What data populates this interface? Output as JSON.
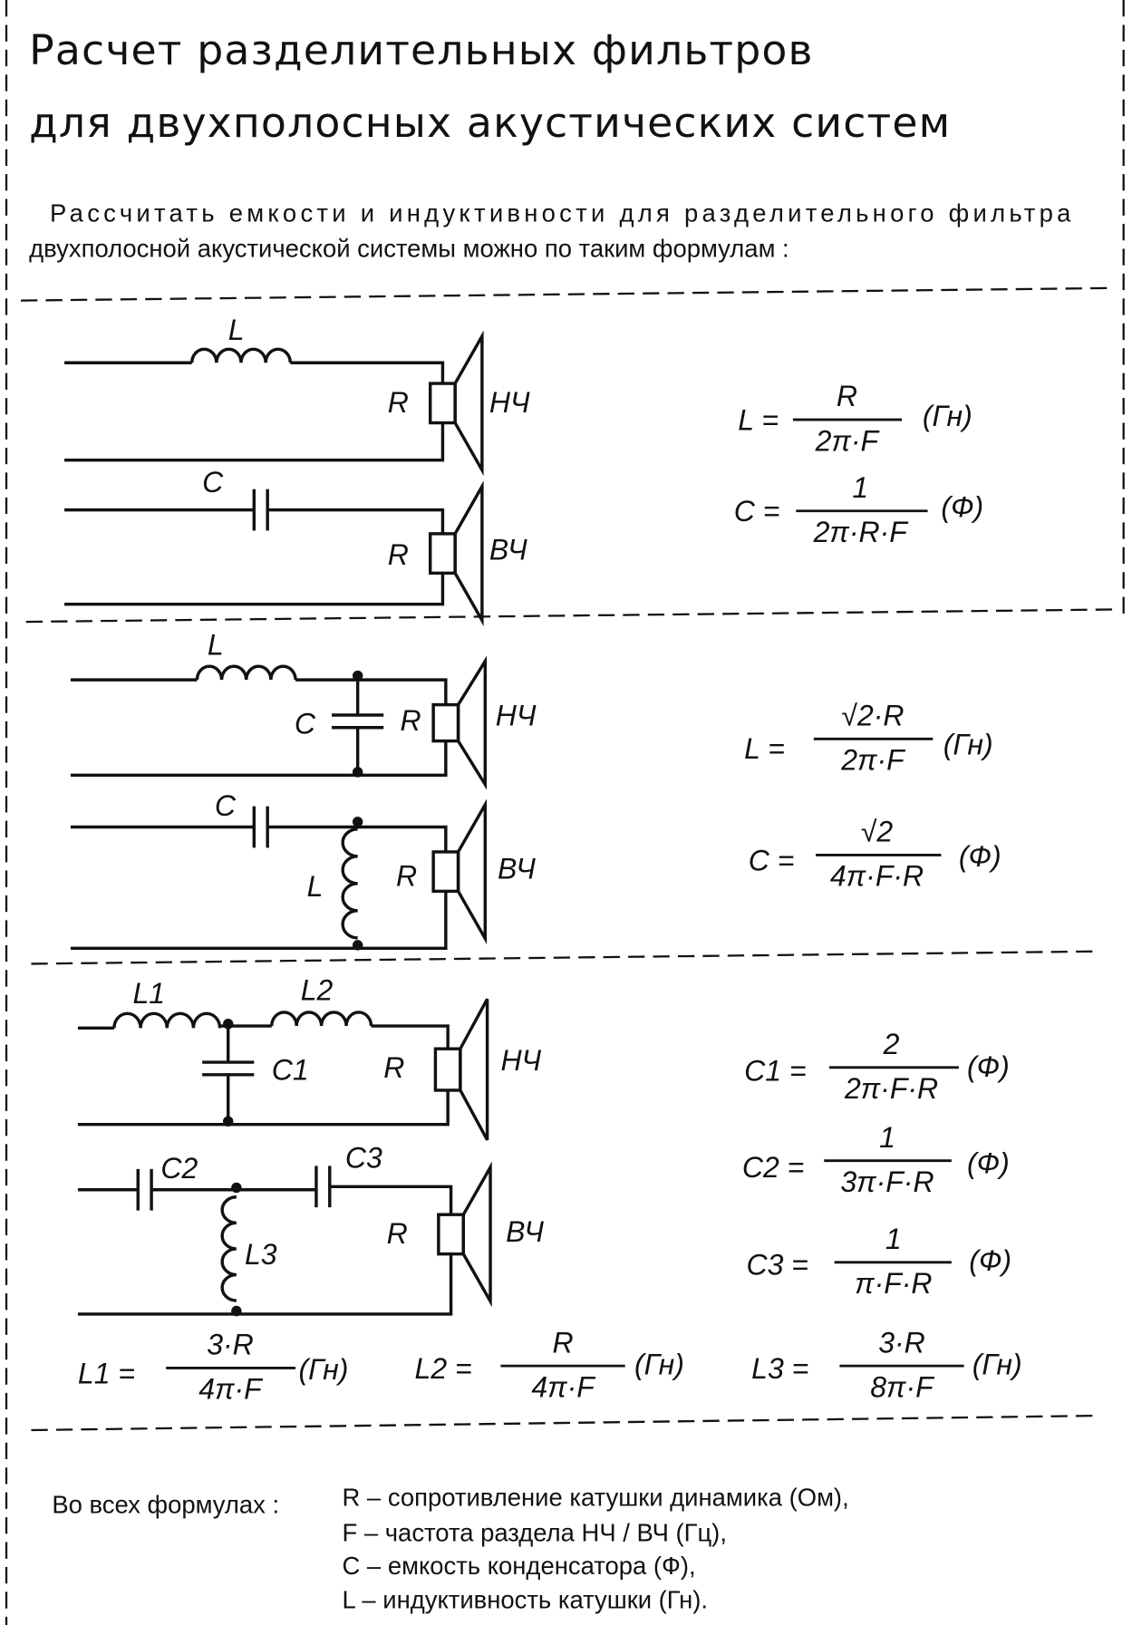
{
  "title": {
    "line1": "Расчет разделительных фильтров",
    "line2": "для двухполосных акустических систем"
  },
  "intro": {
    "line1": "Рассчитать  емкости  и  индуктивности  для   разделительного  фильтра",
    "line2": "двухполосной акустической системы можно по таким формулам :"
  },
  "section1": {
    "labels": {
      "L": "L",
      "C": "C",
      "R_low": "R",
      "R_high": "R",
      "low": "НЧ",
      "high": "ВЧ"
    },
    "formulas": [
      {
        "lhs": "L =",
        "num": "R",
        "den": "2π·F",
        "unit": "(Гн)"
      },
      {
        "lhs": "C =",
        "num": "1",
        "den": "2π·R·F",
        "unit": "(Ф)"
      }
    ]
  },
  "section2": {
    "labels": {
      "L_top": "L",
      "C_top": "C",
      "R_low": "R",
      "low": "НЧ",
      "C_bottom": "C",
      "L_bottom": "L",
      "R_high": "R",
      "high": "ВЧ"
    },
    "formulas": [
      {
        "lhs": "L =",
        "num": "√2·R",
        "den": "2π·F",
        "unit": "(Гн)"
      },
      {
        "lhs": "C =",
        "num": "√2",
        "den": "4π·F·R",
        "unit": "(Ф)"
      }
    ]
  },
  "section3": {
    "labels": {
      "L1": "L1",
      "L2": "L2",
      "C1": "C1",
      "R_low": "R",
      "low": "НЧ",
      "C2": "C2",
      "C3": "C3",
      "L3": "L3",
      "R_high": "R",
      "high": "ВЧ"
    },
    "formulas": [
      {
        "lhs": "C1 =",
        "num": "2",
        "den": "2π·F·R",
        "unit": "(Ф)"
      },
      {
        "lhs": "C2 =",
        "num": "1",
        "den": "3π·F·R",
        "unit": "(Ф)"
      },
      {
        "lhs": "C3 =",
        "num": "1",
        "den": "π·F·R",
        "unit": "(Ф)"
      },
      {
        "lhs": "L1 =",
        "num": "3·R",
        "den": "4π·F",
        "unit": "(Гн)"
      },
      {
        "lhs": "L2 =",
        "num": "R",
        "den": "4π·F",
        "unit": "(Гн)"
      },
      {
        "lhs": "L3 =",
        "num": "3·R",
        "den": "8π·F",
        "unit": "(Гн)"
      }
    ]
  },
  "legend": {
    "prefix": "Во всех формулах :",
    "items": [
      "R – сопротивление катушки динамика (Ом),",
      "F – частота раздела НЧ / ВЧ  (Гц),",
      "С – емкость конденсатора (Ф),",
      "L – индуктивность катушки (Гн)."
    ]
  }
}
